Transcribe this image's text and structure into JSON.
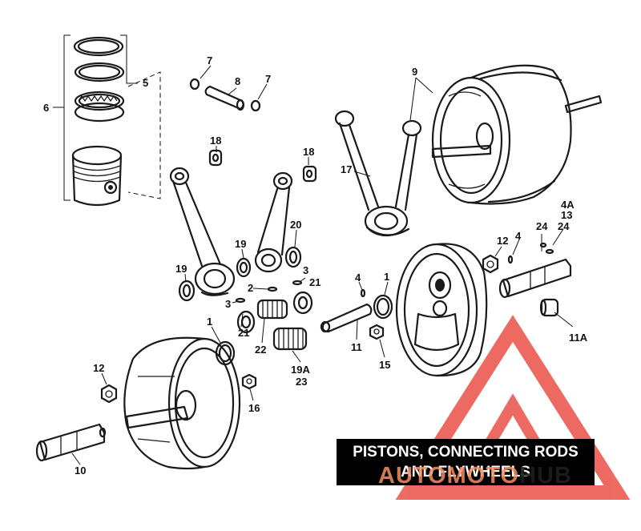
{
  "title": "PISTONS, CONNECTING RODS AND FLYWHEELS",
  "watermark": {
    "text_a": "AUTOMOTO",
    "text_b": "HUB",
    "color": "#e8463a"
  },
  "callouts": [
    {
      "id": "c-5",
      "text": "5"
    },
    {
      "id": "c-6",
      "text": "6"
    },
    {
      "id": "c-7a",
      "text": "7"
    },
    {
      "id": "c-8",
      "text": "8"
    },
    {
      "id": "c-7b",
      "text": "7"
    },
    {
      "id": "c-9",
      "text": "9"
    },
    {
      "id": "c-18a",
      "text": "18"
    },
    {
      "id": "c-18b",
      "text": "18"
    },
    {
      "id": "c-17",
      "text": "17"
    },
    {
      "id": "c-4a",
      "text": "4A"
    },
    {
      "id": "c-13",
      "text": "13"
    },
    {
      "id": "c-24a",
      "text": "24"
    },
    {
      "id": "c-24b",
      "text": "24"
    },
    {
      "id": "c-12a",
      "text": "12"
    },
    {
      "id": "c-4b",
      "text": "4"
    },
    {
      "id": "c-19a",
      "text": "19"
    },
    {
      "id": "c-20",
      "text": "20"
    },
    {
      "id": "c-19b",
      "text": "19"
    },
    {
      "id": "c-3a",
      "text": "3"
    },
    {
      "id": "c-2",
      "text": "2"
    },
    {
      "id": "c-21a",
      "text": "21"
    },
    {
      "id": "c-3b",
      "text": "3"
    },
    {
      "id": "c-4c",
      "text": "4"
    },
    {
      "id": "c-1a",
      "text": "1"
    },
    {
      "id": "c-11a",
      "text": "11A"
    },
    {
      "id": "c-1b",
      "text": "1"
    },
    {
      "id": "c-21b",
      "text": "21"
    },
    {
      "id": "c-22",
      "text": "22"
    },
    {
      "id": "c-11",
      "text": "11"
    },
    {
      "id": "c-15",
      "text": "15"
    },
    {
      "id": "c-19c",
      "text": "19A"
    },
    {
      "id": "c-23",
      "text": "23"
    },
    {
      "id": "c-12b",
      "text": "12"
    },
    {
      "id": "c-16",
      "text": "16"
    },
    {
      "id": "c-10",
      "text": "10"
    }
  ]
}
